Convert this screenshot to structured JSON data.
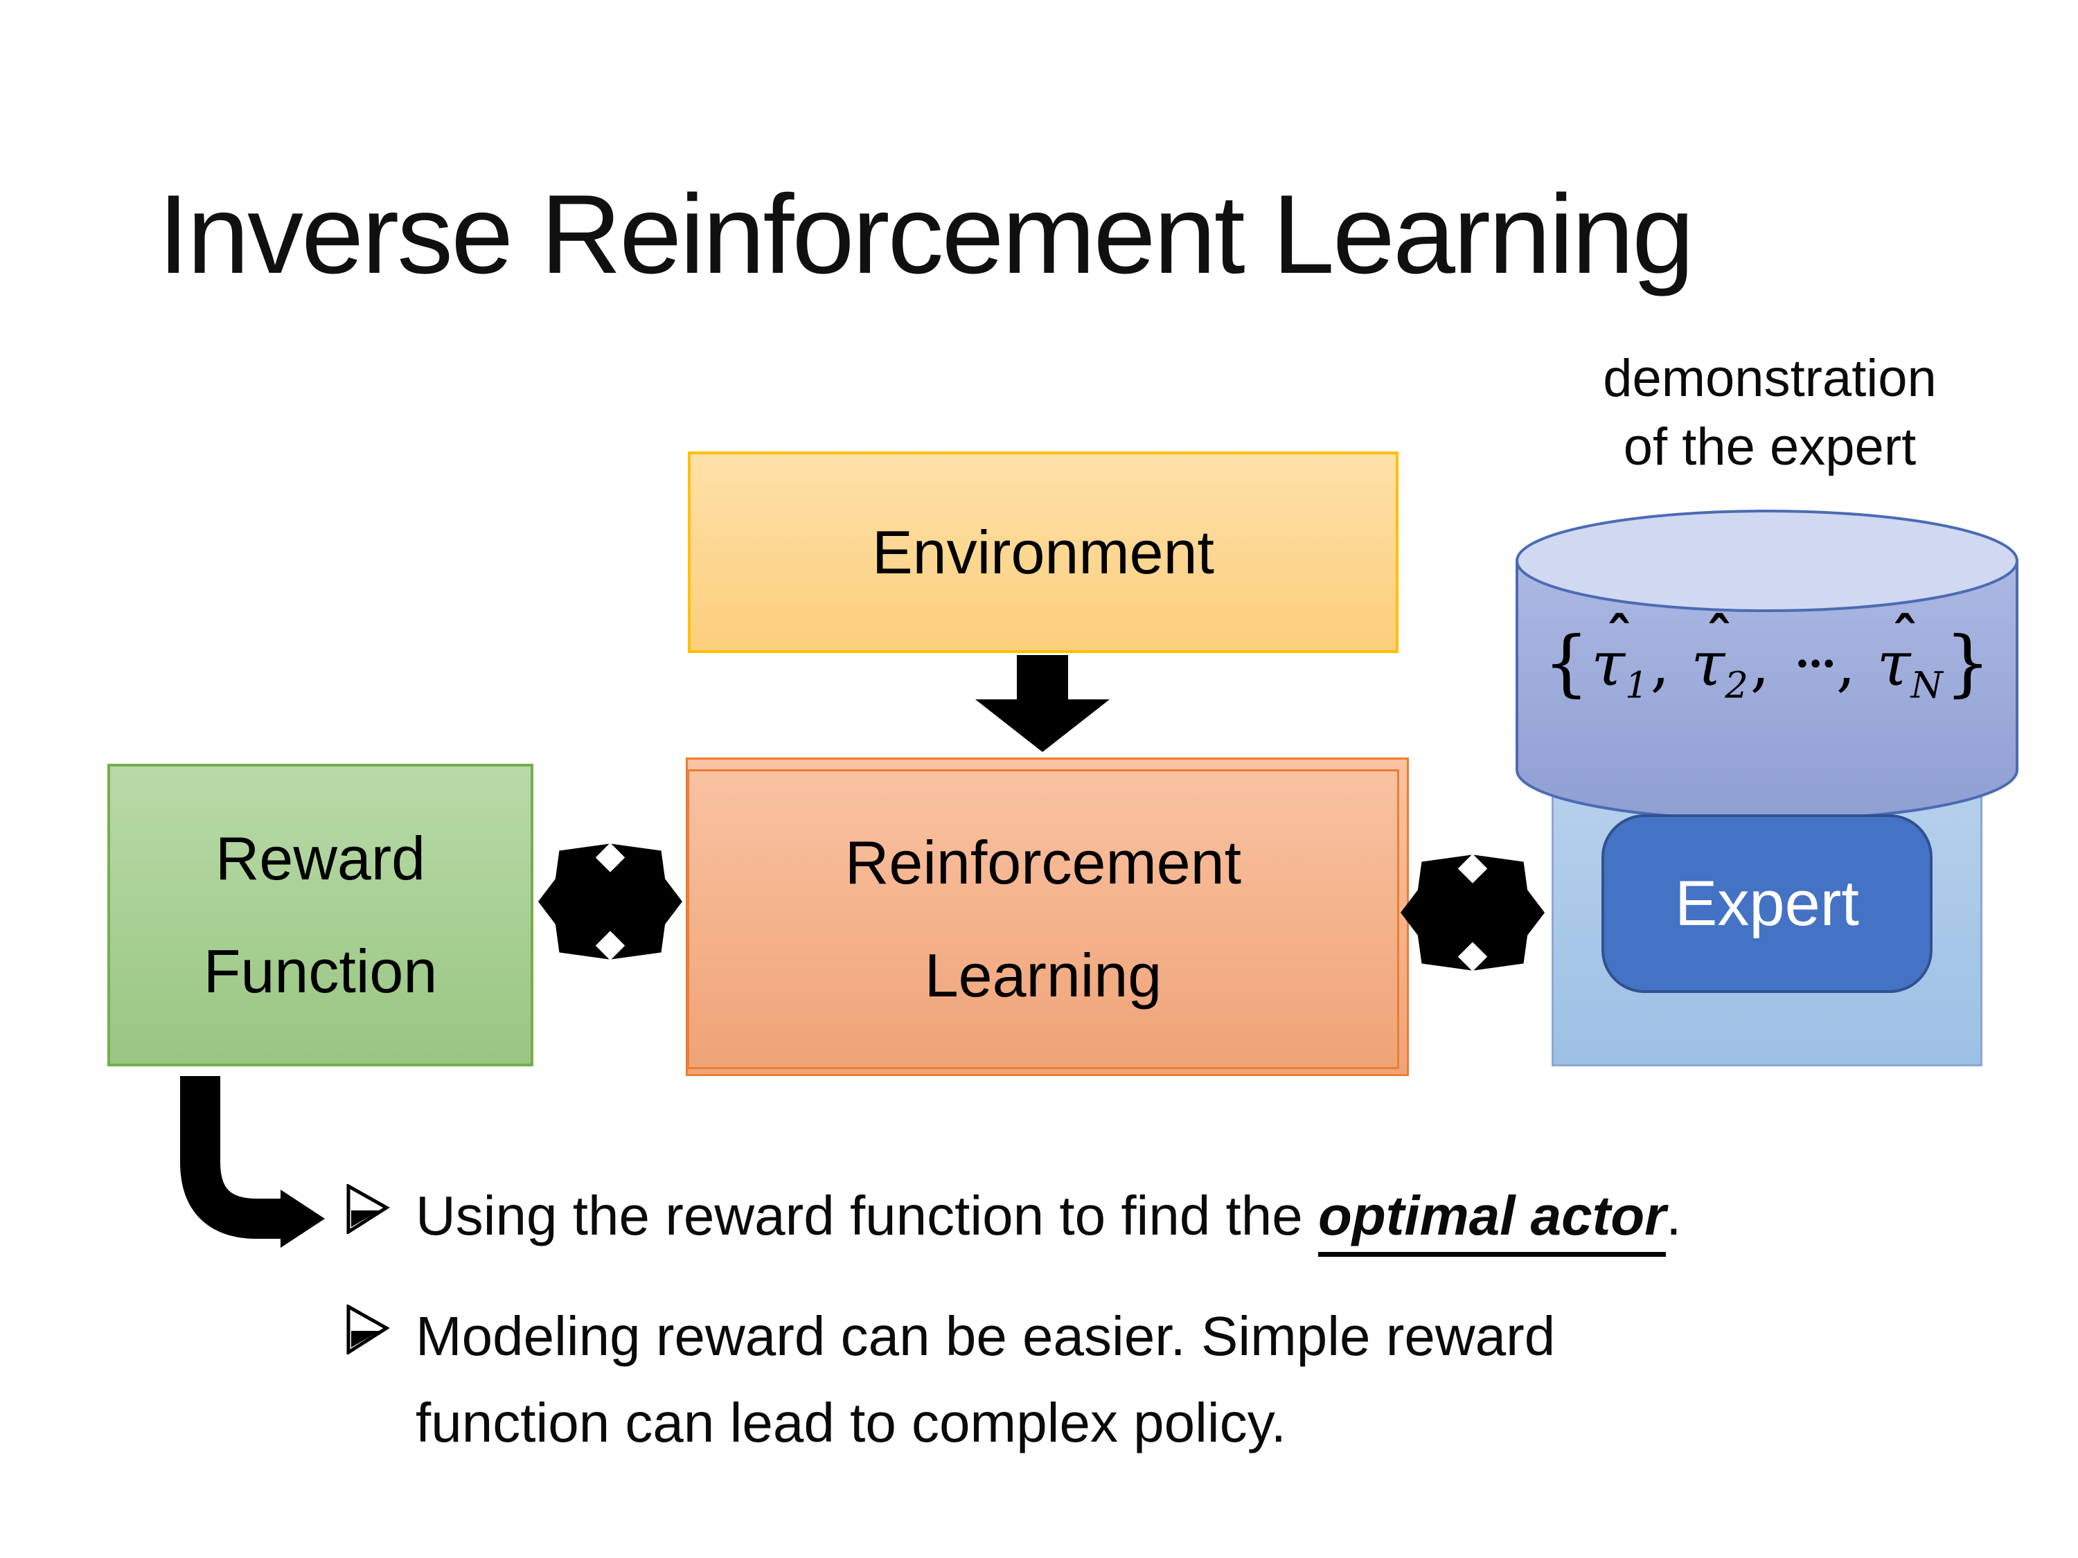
{
  "slide": {
    "title": "Inverse Reinforcement Learning"
  },
  "diagram": {
    "environment_label": "Environment",
    "reward_label": "Reward\nFunction",
    "rl_label": "Reinforcement\nLearning",
    "expert_label": "Expert",
    "demonstration_label": "demonstration\nof the expert",
    "formula": {
      "open_brace": "{",
      "tau": "τ",
      "hat_accent": "ˆ",
      "subscript_1": "1",
      "subscript_2": "2",
      "subscript_n": "N",
      "comma": ", ",
      "ellipsis": "···",
      "close_brace": "}"
    }
  },
  "bullets": {
    "item1": {
      "prefix": "Using the reward function to find the ",
      "emphasis": "optimal actor",
      "suffix": "."
    },
    "item2": {
      "text": "Modeling reward can be easier. Simple reward\nfunction can lead to complex policy."
    }
  },
  "colors": {
    "environment_fill": "#FBCF7C",
    "environment_border": "#FFC000",
    "reward_fill": "#A8CF95",
    "reward_border": "#74AE4D",
    "rl_fill": "#F4B28C",
    "rl_border": "#ED7D31",
    "expert_container_fill": "#AAC8E9",
    "expert_container_border": "#8BA7D4",
    "expert_fill": "#4472C4",
    "expert_border": "#2F528F",
    "cylinder_body_fill": "#9DACD9",
    "cylinder_top_fill": "#D0D9F1",
    "cylinder_border": "#4C6BB4",
    "arrow_color": "#000000",
    "text_color": "#000000"
  }
}
